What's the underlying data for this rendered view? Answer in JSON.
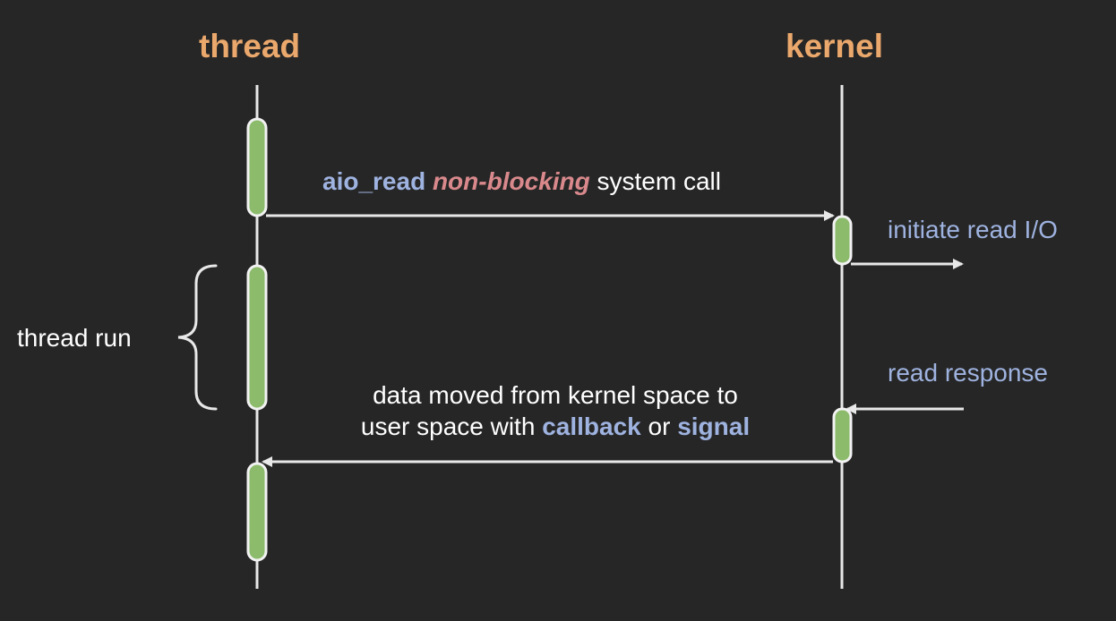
{
  "lifelines": {
    "thread": {
      "title": "thread"
    },
    "kernel": {
      "title": "kernel"
    }
  },
  "messages": {
    "syscall": {
      "func": "aio_read",
      "mode": "non-blocking",
      "rest": "system call"
    },
    "initiate": "initiate read I/O",
    "response": "read response",
    "return": {
      "line1": "data moved from kernel space to",
      "line2_prefix": "user space with",
      "callback": "callback",
      "or": "or",
      "signal": "signal"
    }
  },
  "annotations": {
    "thread_run": "thread run"
  },
  "colors": {
    "background": "#262626",
    "title": "#eba86c",
    "activation_fill": "#8bbb6b",
    "line": "#e8e8e8",
    "keyword": "#9fb3e0",
    "emphasis": "#d9898c"
  }
}
